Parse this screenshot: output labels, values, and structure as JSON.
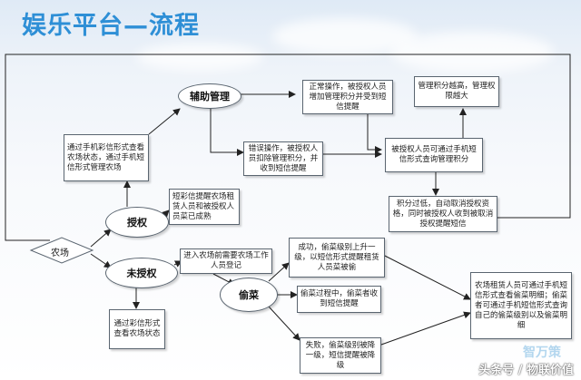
{
  "title": "娱乐平台—流程",
  "nodes": {
    "farm": "农场",
    "authorized": "授权",
    "unauthorized": "未授权",
    "assist_mgmt": "辅助管理",
    "steal": "偷菜",
    "mms_check_manage": "通过手机彩信形式查看农场状态，通过手机短信形式管理农场",
    "mms_remind_rent": "短彩信提醒农场租赁人员和被授权人员菜已成熟",
    "enter_farm_register": "进入农场前需要农场工作人员登记",
    "mms_check_status": "通过彩信形式查看农场状态",
    "normal_op": "正常操作，被授权人员增加管理积分并受到短信提醒",
    "wrong_op": "错误操作，被授权人员扣除管理积分，并收到短信提醒",
    "query_points": "被授权人员可通过手机短信形式查询管理积分",
    "high_points": "管理积分越高，管理权限越大",
    "low_points": "积分过低，自动取消授权资格，同时被授权人收到被取消授权提醒短信",
    "steal_success": "成功，偷菜级别上升一级，以短信形式提醒租赁人员菜被偷",
    "steal_in_progress": "偷菜过程中，偷菜者收到短信提醒",
    "steal_fail": "失败，偷菜级别被降一级，短信提醒被降级",
    "rent_check_steal": "农场租赁人员可通过手机短信形式查看偷菜明细；偷菜者可通过手机短信形式查询自己的偷菜级别以及偷菜明细"
  },
  "watermark": "头条号 / 物联价值",
  "brand": "智万策"
}
